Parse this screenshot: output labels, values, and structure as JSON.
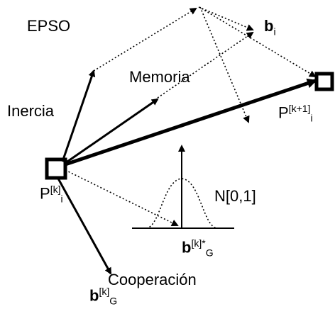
{
  "labels": {
    "title": "EPSO",
    "inercia": "Inercia",
    "memoria": "Memoria",
    "cooperacion": "Cooperación",
    "normal": "N[0,1]",
    "bi_main": "b",
    "bi_sub": "i",
    "p_current_main": "P",
    "p_current_sup": "[k]",
    "p_current_sub": "i",
    "p_next_main": "P",
    "p_next_sup": "[k+1]",
    "p_next_sub": "i",
    "bg_star_main": "b",
    "bg_star_sup": "[k]*",
    "bg_star_sub": "G",
    "bg_main": "b",
    "bg_sup": "[k]",
    "bg_sub": "G"
  },
  "colors": {
    "stroke": "#000000"
  }
}
